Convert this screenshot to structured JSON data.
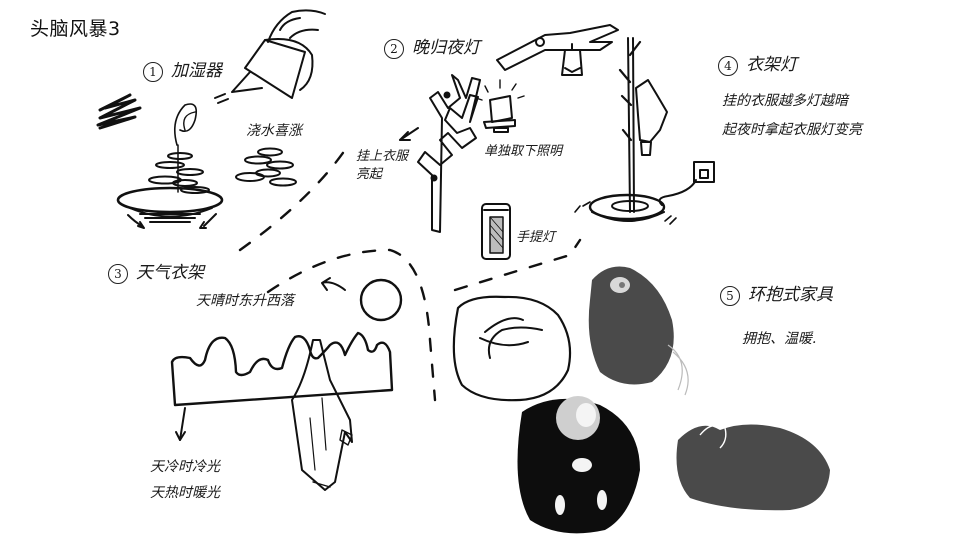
{
  "title": "头脑风暴3",
  "ideas": [
    {
      "number": "1",
      "name": "加湿器",
      "notes": [
        "浇水喜涨"
      ]
    },
    {
      "number": "2",
      "name": "晚归夜灯",
      "notes": [
        "挂上衣服亮起",
        "单独取下照明",
        "手提灯"
      ]
    },
    {
      "number": "3",
      "name": "天气衣架",
      "notes": [
        "天晴时东升西落",
        "天冷时冷光",
        "天热时暖光"
      ]
    },
    {
      "number": "4",
      "name": "衣架灯",
      "notes": [
        "挂的衣服越多灯越暗",
        "起夜时拿起衣服灯变亮"
      ]
    },
    {
      "number": "5",
      "name": "环抱式家具",
      "notes": [
        "拥抱、温暖."
      ]
    }
  ],
  "colors": {
    "ink": "#111111",
    "dark_fill": "#0d0d0d",
    "mid_fill": "#4a4a4a",
    "light_fill": "#cfcfcf",
    "background": "#ffffff"
  }
}
